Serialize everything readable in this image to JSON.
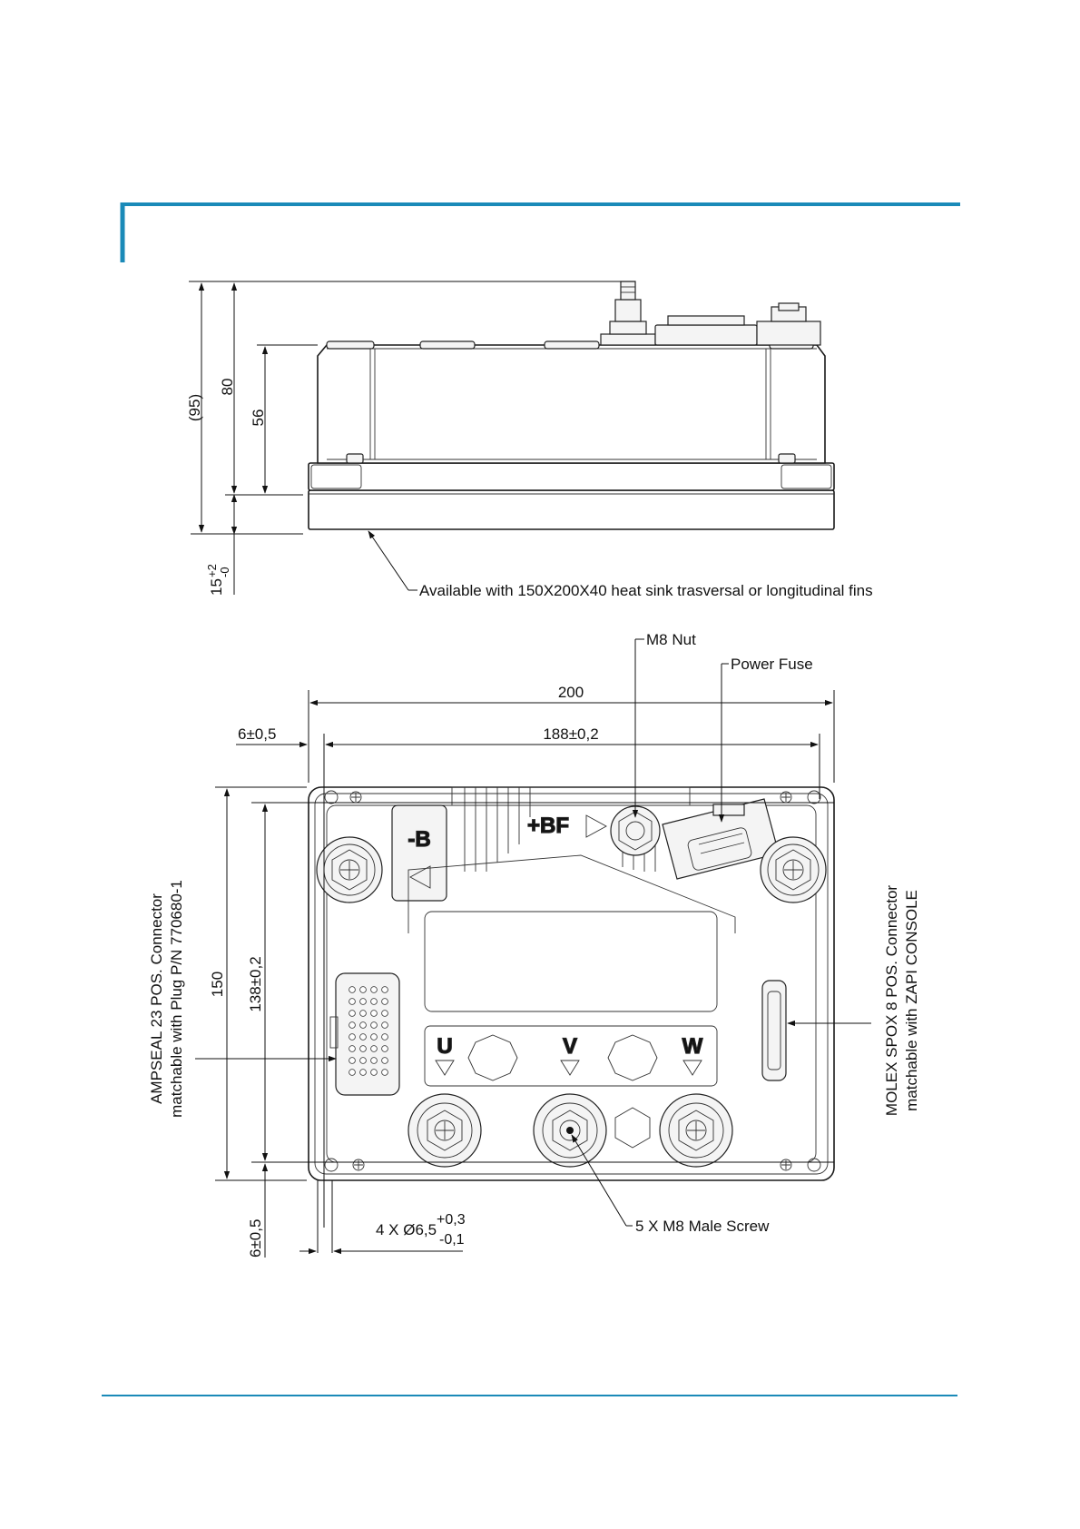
{
  "colors": {
    "accent": "#1a8ab8",
    "line": "#1a1a1a"
  },
  "side_view": {
    "dim_95": "(95)",
    "dim_80": "80",
    "dim_56": "56",
    "dim_15_base": "15",
    "dim_15_upper": "+2",
    "dim_15_lower": "-0",
    "heat_sink_note": "Available with 150X200X40 heat sink trasversal or longitudinal fins"
  },
  "top_view": {
    "dim_200": "200",
    "dim_188": "188±0,2",
    "dim_6_top": "6±0,5",
    "dim_150": "150",
    "dim_138": "138±0,2",
    "dim_6_bottom": "6±0,5",
    "hole_prefix": "4 X Ø6,5",
    "hole_tol_upper": "+0,3",
    "hole_tol_lower": "-0,1",
    "m8_nut": "M8 Nut",
    "power_fuse": "Power Fuse",
    "male_screw": "5 X M8 Male Screw",
    "ampseal_line1": "AMPSEAL 23 POS. Connector",
    "ampseal_line2": "matchable with Plug P/N 770680-1",
    "molex_line1": "MOLEX SPOX 8 POS. Connector",
    "molex_line2": "matchable with ZAPI CONSOLE",
    "terminal_minus_b": "-B",
    "terminal_plus_bf": "+BF",
    "terminal_u": "U",
    "terminal_v": "V",
    "terminal_w": "W"
  }
}
